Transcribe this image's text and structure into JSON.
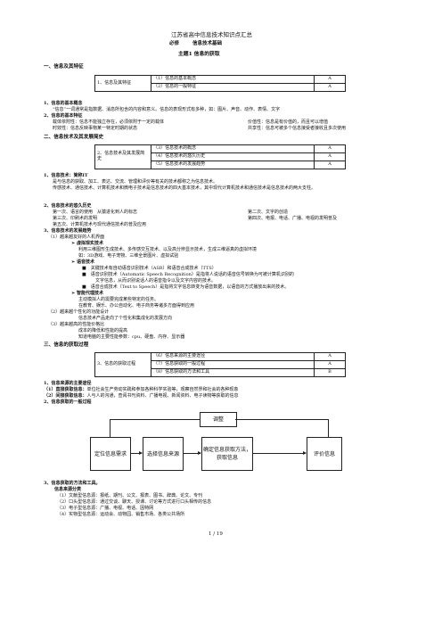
{
  "header": {
    "title": "江苏省高中信息技术知识点汇总",
    "subtitle_left": "必修",
    "subtitle_right": "信息技术基础",
    "topic": "主题1  信息的获取"
  },
  "sec1": {
    "heading": "一、信息及其特征",
    "table": {
      "left": "1、信息及其特征",
      "rows": [
        {
          "item": "（1）信息的基本概念",
          "grade": "A"
        },
        {
          "item": "（2）信息的一般特征",
          "grade": "A"
        }
      ]
    },
    "p1_head": "1、信息的基本概念",
    "p1_text": "“信息”一词通常是指数据、消息所包含的内容和意义。信息的表现形式有多种，如：图片、声音、动作、表情、文字",
    "p2_head": "2、信息的基本特征",
    "p2_line1_a": "载体依附性：信息不能独立存在，必须依附于一定的载体",
    "p2_line1_b": "价值性：信息是有价值的，而且可以增值",
    "p2_line2_a": "时效性：信息反映事物某一特定时期的状态",
    "p2_line2_b": "共享性：信息可被多个信息接受者接收且多次使用"
  },
  "sec2": {
    "heading": "二、信息技术及其发展简史",
    "table": {
      "left": "2、信息技术及其发展简史",
      "rows": [
        {
          "item": "（3）信息技术的概念",
          "grade": "A"
        },
        {
          "item": "（4）信息技术的悠久历史",
          "grade": "A"
        },
        {
          "item": "（5）信息技术的发展趋势",
          "grade": "A"
        }
      ]
    },
    "p1_head": "1、信息技术：简称IT",
    "p1_l1": "是与信息的获取、加工、表达、交流、管理和评价等有关的技术都称之为信息技术。",
    "p1_l2": "传感技术、通信技术、计算机技术和微电子技术是信息技术的四大基本技术，其中现代计算机技术和通信技术是信息技术的两大支柱。",
    "p2_head": "2、信息技术的悠久历史",
    "p2_l1a": "第一次、语言的使用　从猿进化到人的标志",
    "p2_l1b": "第二次、文字的创造",
    "p2_l2a": "第三次、印刷术的发明",
    "p2_l2b": "第四次、电报、电话、广播、电视的发明普及",
    "p2_l3": "第五次、计算机技术与现代通信技术的普及应用",
    "p3_head": "3、信息技术的发展趋势",
    "t1": "（1）越来越友好的人机界面",
    "vr_head": "虚拟现实技术",
    "vr_l1": "利用三维图形生成技术、多传感交互技术、以及高分辨显示技术，生成三维逼真的虚拟环境",
    "vr_l2": "如：3D游戏、电子宠物、三维全景图片、虚拟试验",
    "voice_head": "语音技术",
    "voice_k1": "关键技术有自动语音识别技术（ASR）和语音合成技术（TTS）",
    "voice_k2a": "语音识别技术（Automatic Speech Recognition）是指将人说话的语音信号转换为可被计算机识别的",
    "voice_k2b": "文字信息，从而识别说话人的语音指令以及文字内容的技术。",
    "voice_k3": "语音合成技术（Text to Speech）是指将文字信息转变为语音数据，以语音的方式播放出来的技术。",
    "agent_head": "智能代理技术",
    "agent_l1": "主动模拟人的需要完成某些特定的任务。",
    "agent_l2": "在教育、娱乐、办公自动化、电子商务等诸多方面得到应用",
    "t2": "（2）越来越个性化的功能设计",
    "t2_l": "信息技术产品走向了个性化和集成化的发展方向",
    "t3": "（3）越来越高的性能价格比",
    "t3_l1": "成本的降低和性能的提高",
    "t3_l2": "知道电脑的主要性能参数：cpu、硬盘、内存、显示器"
  },
  "sec3": {
    "heading": "三、信息的获取过程",
    "table": {
      "left": "3、信息的获取过程",
      "rows": [
        {
          "item": "（6）信息来源的主要途径",
          "grade": "A"
        },
        {
          "item": "（7）信息获取的一般过程",
          "grade": "A"
        },
        {
          "item": "（8）信息获取的方法和工具",
          "grade": "B"
        }
      ]
    },
    "p1_head": "1、信息来源的主要途径",
    "p1_l1_head": "（1）直接获取信息：",
    "p1_l1": "单位社会生产劳动实践和参加各种科学实验等，观察自然界和社会的各种现象",
    "p1_l2_head": "（2）间接获取信息：",
    "p1_l2": "人与人的沟通，查阅书刊资料、广播电视、新闻资料、电子读物等获取的信息",
    "p2_head": "2、信息获取的一般过程",
    "flow": {
      "adjust": "调整",
      "boxes": [
        "定位信息需求",
        "选择信息来源",
        "确定信息获取方法，获取信息",
        "评价信息"
      ]
    },
    "p3_head": "3、信息获取的方法和工具。",
    "p3_sub": "信息来源分类",
    "p3_l1": "（1）文献型信息源：报纸、期刊、公文、报表、图书、辞典、论文、专刊",
    "p3_l2": "（2）口头型信息源：通过交谈、聊天、授课、讨论等方式进行口头相传的信息",
    "p3_l3": "（3）电子型信息源：广播、电视、电话、因特网",
    "p3_l4": "（4）实物型信息源：运动会、动物园、销售市场、各类公共场所"
  },
  "footer": {
    "page": "1  /  19"
  }
}
